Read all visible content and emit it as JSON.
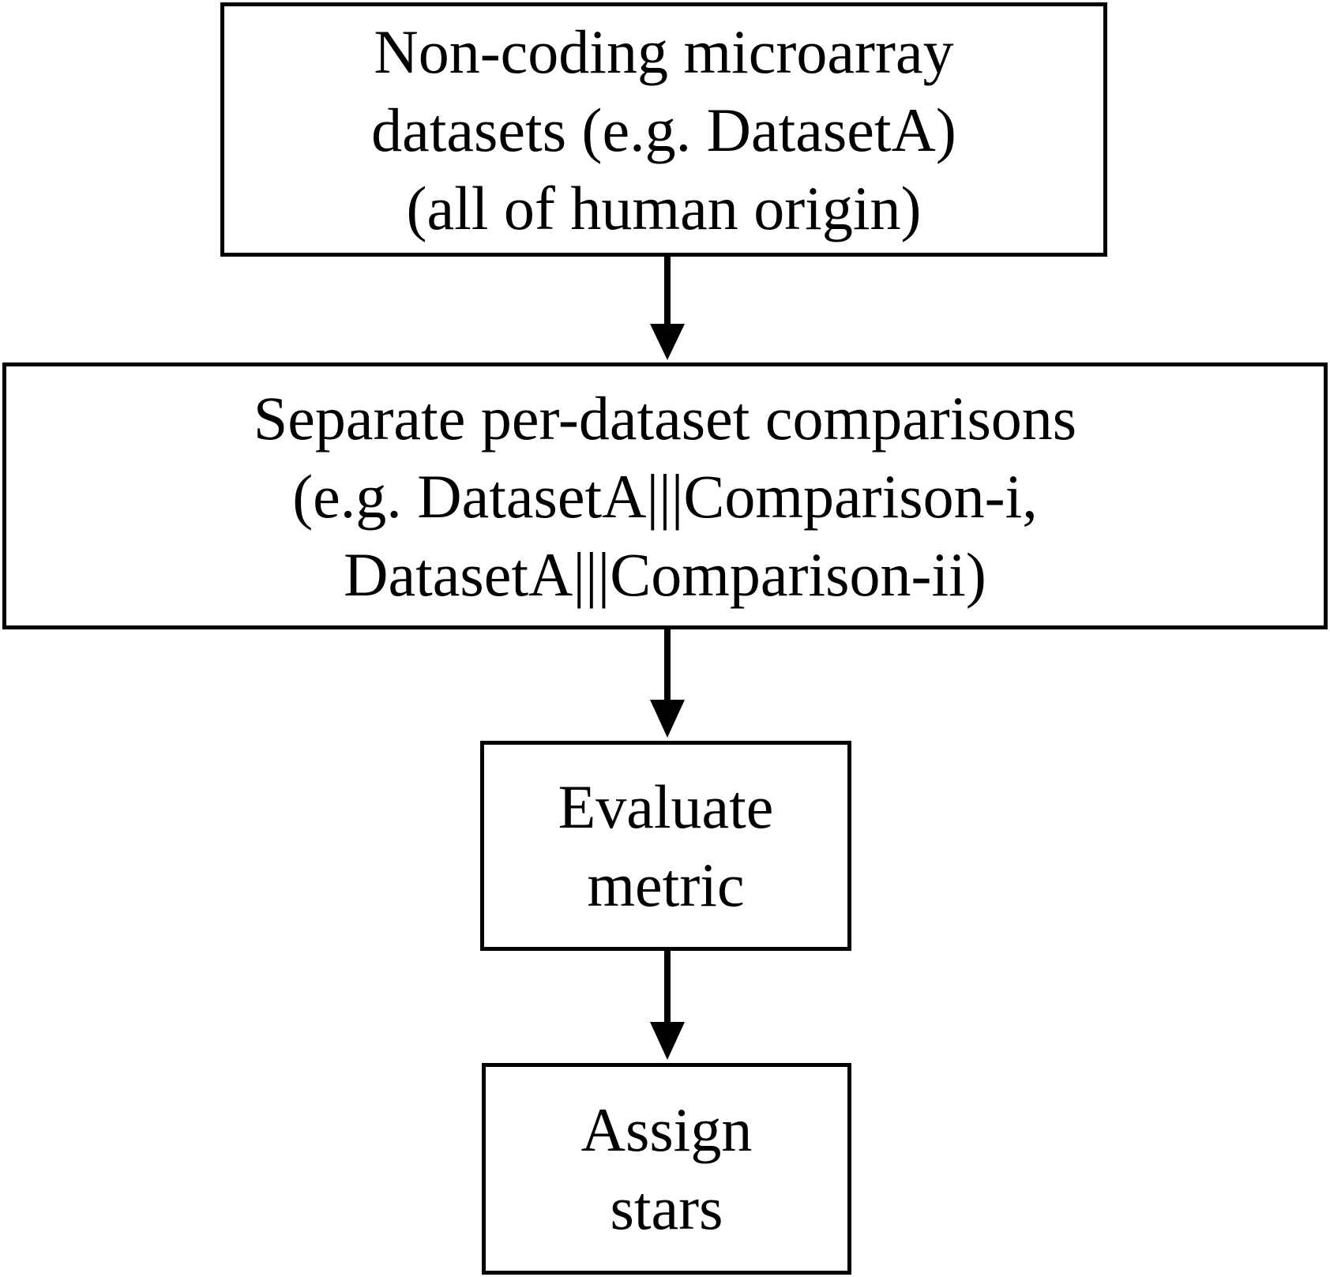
{
  "nodes": [
    {
      "id": "datasets",
      "lines": [
        "Non-coding microarray",
        "datasets (e.g. DatasetA)",
        "(all of human origin)"
      ]
    },
    {
      "id": "comparisons",
      "lines": [
        "Separate per-dataset comparisons",
        "(e.g. DatasetA|||Comparison-i,",
        "DatasetA|||Comparison-ii)"
      ]
    },
    {
      "id": "evaluate",
      "lines": [
        "Evaluate",
        "metric"
      ]
    },
    {
      "id": "assign",
      "lines": [
        "Assign",
        "stars"
      ]
    }
  ],
  "edges": [
    {
      "from": "datasets",
      "to": "comparisons"
    },
    {
      "from": "comparisons",
      "to": "evaluate"
    },
    {
      "from": "evaluate",
      "to": "assign"
    }
  ],
  "colors": {
    "stroke": "#000000",
    "fill": "#ffffff",
    "text": "#000000"
  }
}
